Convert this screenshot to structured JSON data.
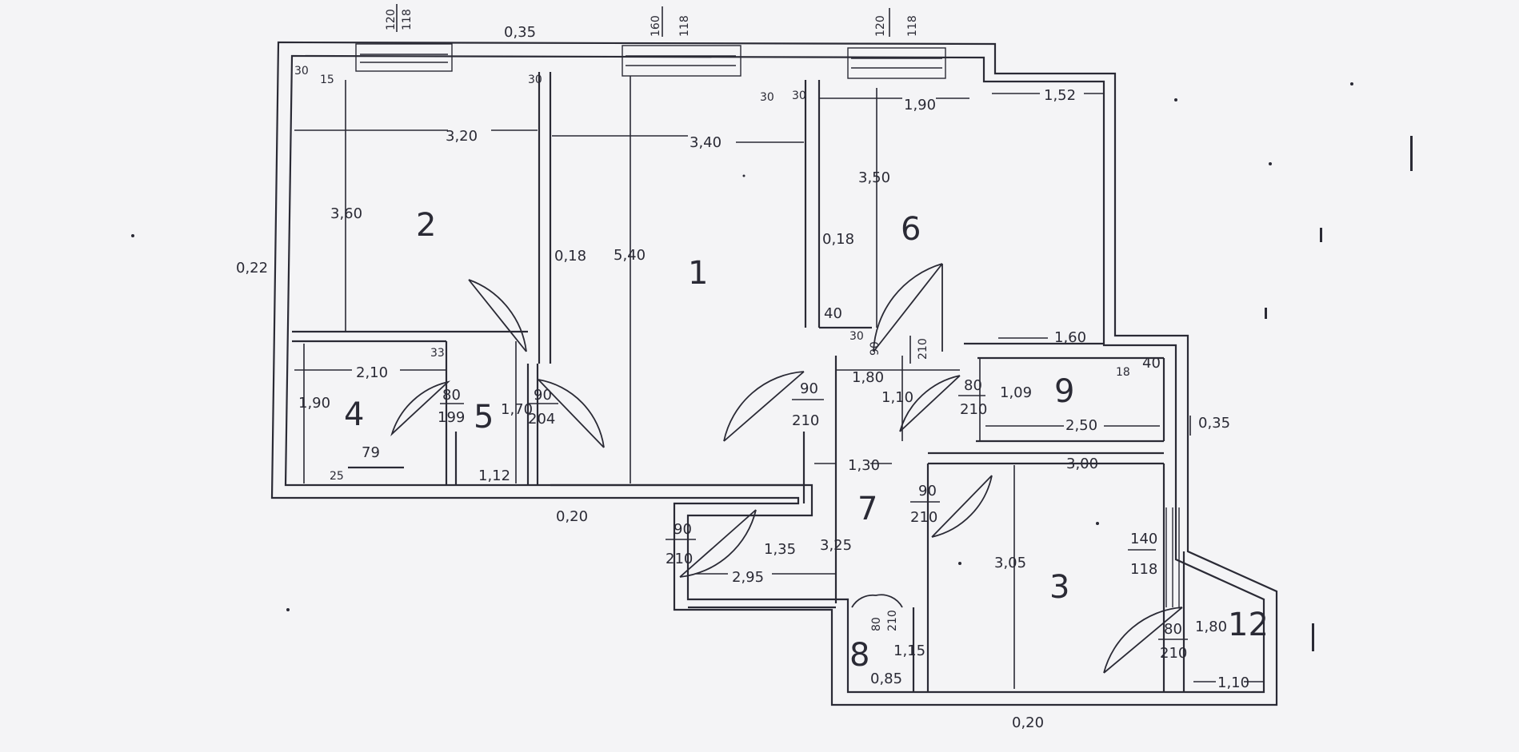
{
  "window_dims": [
    {
      "top": "120",
      "bottom": "118"
    },
    {
      "top": "160",
      "bottom": "118"
    },
    {
      "top": "120",
      "bottom": "118"
    }
  ],
  "rooms": [
    {
      "number": "1"
    },
    {
      "number": "2"
    },
    {
      "number": "3"
    },
    {
      "number": "4"
    },
    {
      "number": "5"
    },
    {
      "number": "6"
    },
    {
      "number": "7"
    },
    {
      "number": "8"
    },
    {
      "number": "9"
    },
    {
      "number": "12"
    }
  ],
  "doors": [
    {
      "top": "80",
      "bottom": "199"
    },
    {
      "top": "90",
      "bottom": "204"
    },
    {
      "top": "90",
      "bottom": "210"
    },
    {
      "top": "90",
      "bottom": "210"
    },
    {
      "top": "80",
      "bottom": "210"
    },
    {
      "top": "90",
      "bottom": "210"
    },
    {
      "top": "90",
      "bottom": "210"
    },
    {
      "top": "80",
      "bottom": "210"
    },
    {
      "top": "80",
      "bottom": "210"
    },
    {
      "top": "140",
      "bottom": "118"
    }
  ],
  "dims": [
    "0,35",
    "3,20",
    "3,40",
    "1,90",
    "1,52",
    "3,60",
    "3,50",
    "5,40",
    "0,18",
    "0,18",
    "0,22",
    "2,10",
    "1,90",
    "1,70",
    "1,12",
    "79",
    "0,20",
    "1,80",
    "1,10",
    "1,09",
    "2,50",
    "0,35",
    "1,30",
    "3,00",
    "1,35",
    "3,25",
    "2,95",
    "3,05",
    "1,80",
    "1,15",
    "0,85",
    "1,10",
    "0,20",
    "1,60",
    "30",
    "15",
    "30",
    "30",
    "30",
    "40",
    "30",
    "33",
    "25",
    "18",
    "40"
  ]
}
